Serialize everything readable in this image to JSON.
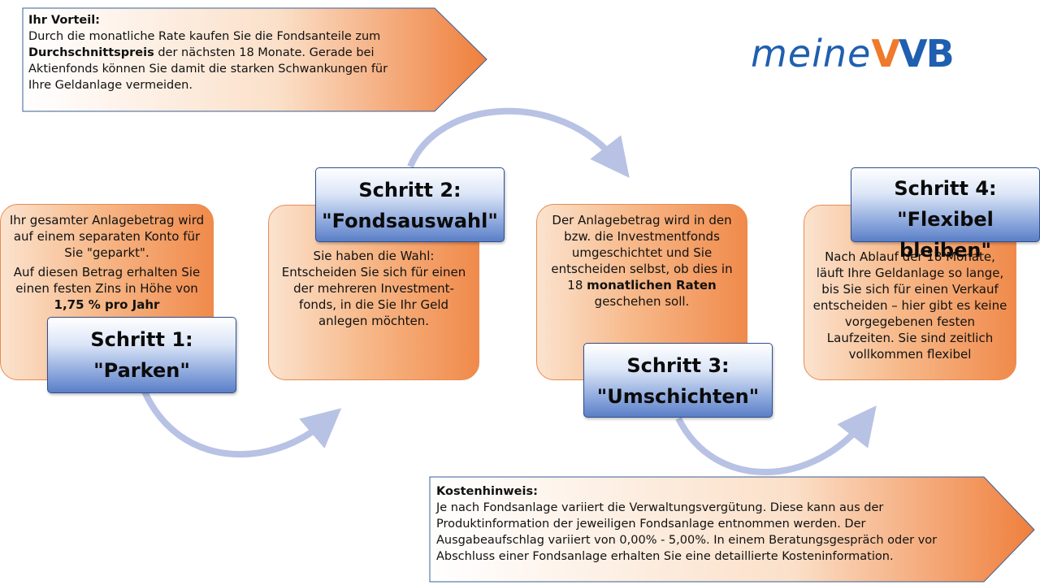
{
  "advantage": {
    "heading": "Ihr Vorteil:",
    "line1": "Durch die monatliche Rate kaufen Sie die Fondsanteile zum",
    "bold": "Durchschnittspreis",
    "line2_rest": " der nächsten 18 Monate. Gerade bei",
    "line3": "Aktienfonds können Sie damit die starken Schwankungen für",
    "line4": "Ihre Geldanlage vermeiden."
  },
  "logo": {
    "meine": "meine",
    "v1": "V",
    "rest": "VB"
  },
  "step1": {
    "title": "Schritt 1:",
    "subtitle": "\"Parken\"",
    "p1": "Ihr gesamter Anlagebetrag wird auf einem separaten Konto für Sie \"geparkt\".",
    "p2": "Auf diesen Betrag erhalten Sie einen festen Zins in Höhe von ",
    "p2_bold": "1,75 % pro Jahr"
  },
  "step2": {
    "title": "Schritt 2:",
    "subtitle": "\"Fondsauswahl\"",
    "p1": "Sie haben die Wahl:",
    "p2": "Entscheiden Sie sich für einen der mehreren Investment-fonds, in die Sie Ihr Geld anlegen möchten."
  },
  "step3": {
    "title": "Schritt 3:",
    "subtitle": "\"Umschichten\"",
    "p1": "Der Anlagebetrag wird in den bzw. die Investmentfonds umgeschichtet und Sie entscheiden selbst, ob dies in 18 ",
    "p1_bold": "monatlichen Raten",
    "p1_end": " geschehen soll."
  },
  "step4": {
    "title": "Schritt 4:",
    "subtitle": "\"Flexibel bleiben\"",
    "p1": "Nach Ablauf der 18 Monate, läuft Ihre Geldanlage so lange, bis Sie sich für einen Verkauf entscheiden – hier gibt es keine vorgegebenen festen Laufzeiten. Sie sind zeitlich vollkommen flexibel"
  },
  "costs": {
    "heading": "Kostenhinweis:",
    "line1": "Je nach Fondsanlage variiert die Verwaltungsvergütung. Diese kann aus der",
    "line2": "Produktinformation der jeweiligen Fondsanlage entnommen werden. Der",
    "line3": "Ausgabeaufschlag variiert von 0,00% - 5,00%. In einem Beratungsgespräch oder vor",
    "line4": "Abschluss einer Fondsanlage erhalten Sie eine detaillierte Kosteninformation."
  },
  "colors": {
    "orange": "#f08a4b",
    "blue_dark": "#2f4f8f",
    "arrow": "#b7c2e4",
    "logo_blue": "#1f5fb0",
    "logo_orange": "#ef7a2b"
  }
}
